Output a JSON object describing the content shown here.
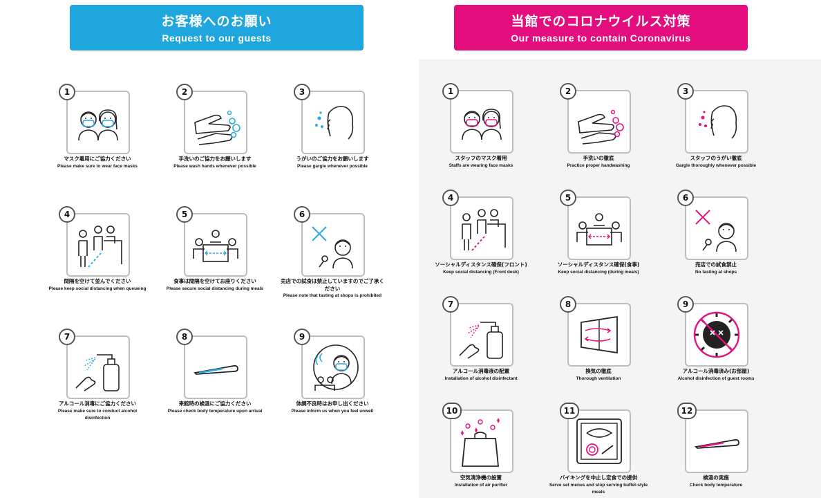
{
  "left": {
    "title_ja": "お客様へのお願い",
    "title_en": "Request to our guests",
    "items": [
      {
        "n": "1",
        "ja": "マスク着用にご協力ください",
        "en": "Please make sure to wear face masks",
        "icon": "people-mask-icon"
      },
      {
        "n": "2",
        "ja": "手洗いのご協力をお願いします",
        "en": "Please wash hands whenever possible",
        "icon": "hand-washing-icon"
      },
      {
        "n": "3",
        "ja": "うがいのご協力をお願いします",
        "en": "Please gargle whenever possible",
        "icon": "gargle-icon"
      },
      {
        "n": "4",
        "ja": "間隔を空けて並んでください",
        "en": "Please keep social distancing when queueing",
        "icon": "queue-distance-icon"
      },
      {
        "n": "5",
        "ja": "食事は間隔を空けてお座りください",
        "en": "Please secure social distancing during meals",
        "icon": "meal-distance-icon"
      },
      {
        "n": "6",
        "ja": "売店での試食は禁止していますのでご了承ください",
        "en": "Please note that tasting at shops is prohibited",
        "icon": "no-tasting-icon"
      },
      {
        "n": "7",
        "ja": "アルコール消毒にご協力ください",
        "en": "Please make sure to conduct alcohol disinfection",
        "icon": "sanitizer-icon"
      },
      {
        "n": "8",
        "ja": "来館時の検温にご協力ください",
        "en": "Please check body temperature upon arrival",
        "icon": "thermometer-icon"
      },
      {
        "n": "9",
        "ja": "体調不良時はお申し出ください",
        "en": "Please inform us when you feel unwell",
        "icon": "unwell-report-icon"
      }
    ]
  },
  "right": {
    "title_ja": "当館でのコロナウイルス対策",
    "title_en": "Our measure to contain Coronavirus",
    "items": [
      {
        "n": "1",
        "ja": "スタッフのマスク着用",
        "en": "Staffs are wearing face masks",
        "icon": "people-mask-icon"
      },
      {
        "n": "2",
        "ja": "手洗いの徹底",
        "en": "Practice proper handwashing",
        "icon": "hand-washing-icon"
      },
      {
        "n": "3",
        "ja": "スタッフのうがい徹底",
        "en": "Gargle thoroughly whenever possible",
        "icon": "gargle-icon"
      },
      {
        "n": "4",
        "ja": "ソーシャルディスタンス確保(フロント)",
        "en": "Keep social distancing (Front desk)",
        "icon": "queue-distance-icon"
      },
      {
        "n": "5",
        "ja": "ソーシャルディスタンス確保(食事)",
        "en": "Keep social distancing (during meals)",
        "icon": "meal-distance-icon"
      },
      {
        "n": "6",
        "ja": "売店での試食禁止",
        "en": "No tasting at shops",
        "icon": "no-tasting-icon"
      },
      {
        "n": "7",
        "ja": "アルコール消毒液の配置",
        "en": "Installation of alcohol disinfectant",
        "icon": "sanitizer-icon"
      },
      {
        "n": "8",
        "ja": "換気の徹底",
        "en": "Thorough ventilation",
        "icon": "ventilation-icon"
      },
      {
        "n": "9",
        "ja": "アルコール消毒済み(お部屋)",
        "en": "Alcohol disinfection of guest rooms",
        "icon": "no-virus-icon"
      },
      {
        "n": "10",
        "ja": "空気清浄機の設置",
        "en": "Installation of air purifier",
        "icon": "air-purifier-icon"
      },
      {
        "n": "11",
        "ja": "バイキングを中止し定食での提供",
        "en": "Serve set menus and stop serving buffet-style meals",
        "icon": "set-meal-icon"
      },
      {
        "n": "12",
        "ja": "検温の実施",
        "en": "Check body temperature",
        "icon": "thermometer-icon"
      }
    ]
  }
}
